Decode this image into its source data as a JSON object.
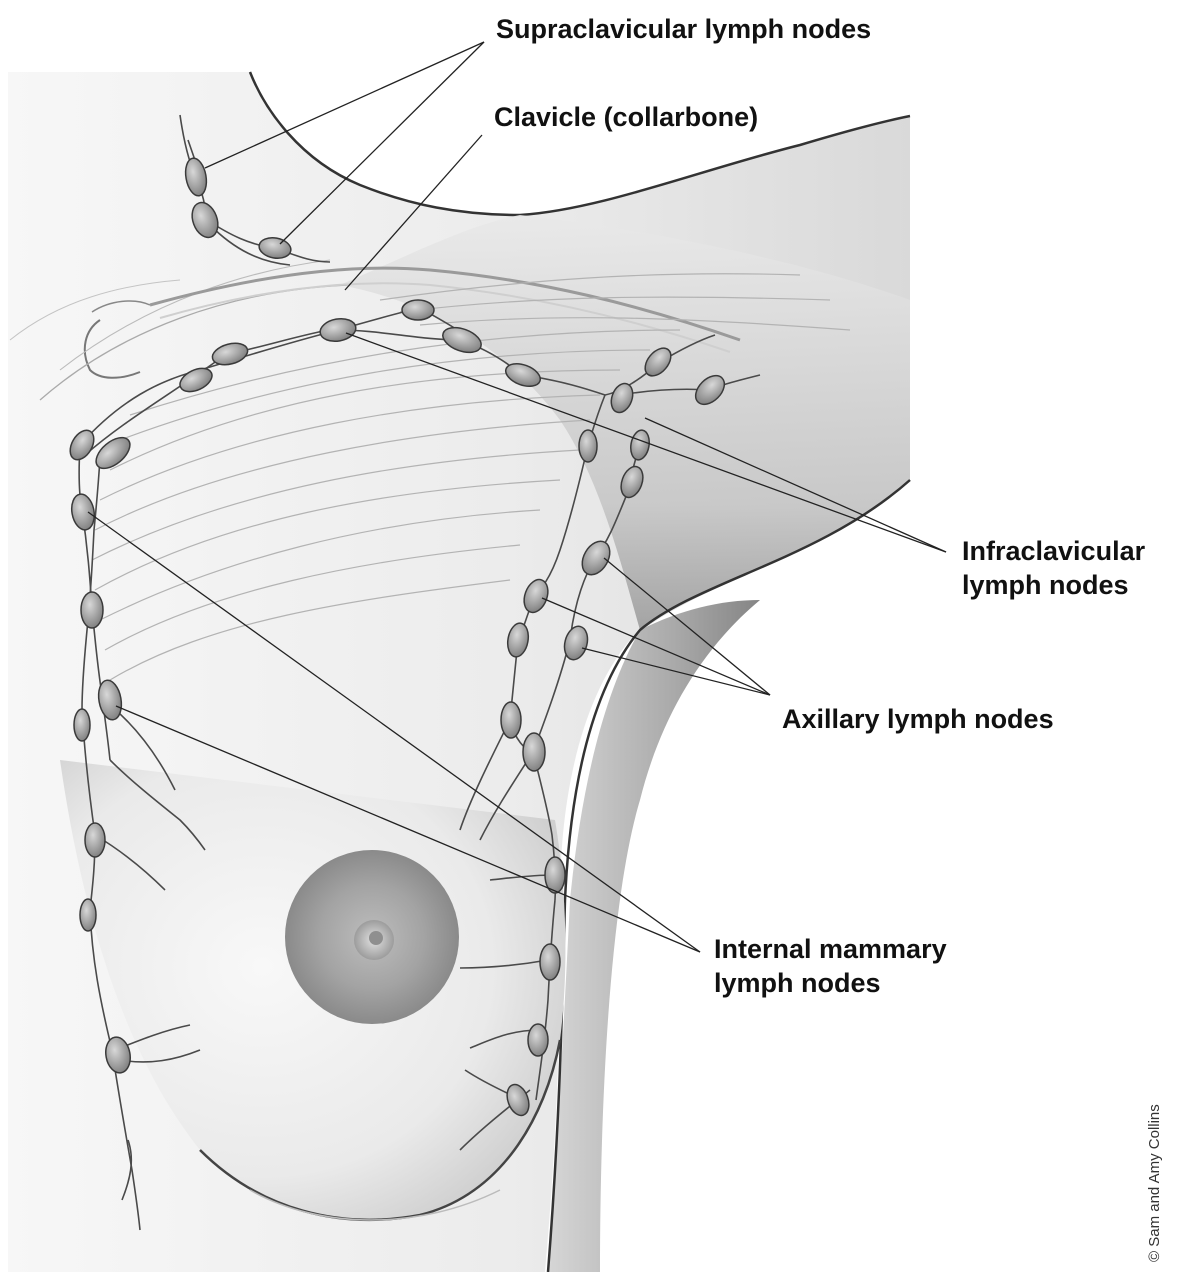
{
  "labels": {
    "supraclavicular": [
      "Supraclavicular lymph nodes"
    ],
    "clavicle": [
      "Clavicle (collarbone)"
    ],
    "infraclavicular": [
      "Infraclavicular",
      "lymph nodes"
    ],
    "axillary": [
      "Axillary lymph nodes"
    ],
    "internal_mammary": [
      "Internal mammary",
      "lymph nodes"
    ]
  },
  "credit": "© Sam and Amy Collins",
  "colors": {
    "skin_light": "#f4f4f4",
    "skin_mid": "#cfcfcf",
    "skin_dark": "#8e8e8e",
    "outline": "#333333",
    "node_fill": "#9a9a9a",
    "vessel": "#4a4a4a",
    "leader_line": "#222222",
    "label_text": "#111111"
  }
}
